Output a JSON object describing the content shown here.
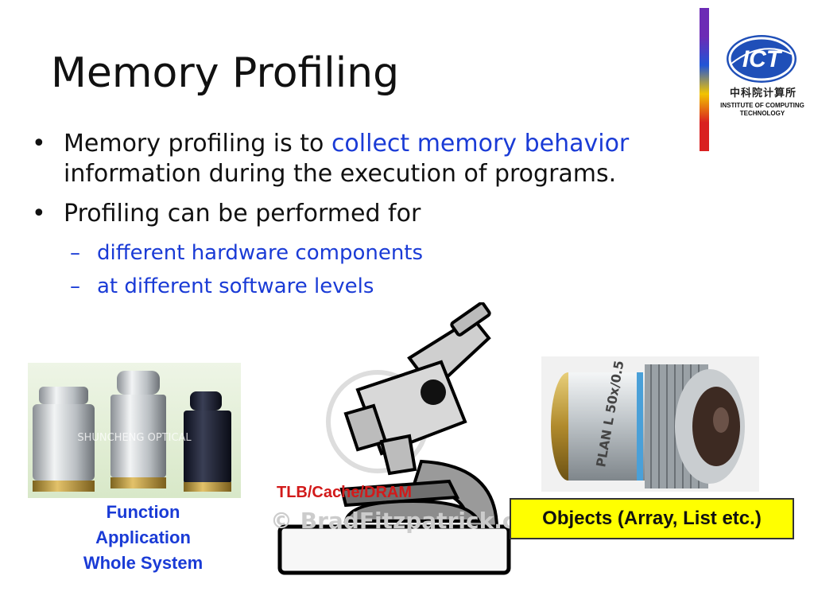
{
  "slide": {
    "title": "Memory Profiling",
    "bullets": [
      {
        "text_before": "Memory profiling is to ",
        "highlight": "collect memory behavior",
        "text_after": " information during the execution of programs."
      },
      {
        "text": "Profiling can be performed for",
        "subitems": [
          "different hardware components",
          "at different software levels"
        ]
      }
    ],
    "logo": {
      "acronym": "ICT",
      "cn_text": "中科院计算所",
      "en_line1": "INSTITUTE OF COMPUTING",
      "en_line2": "TECHNOLOGY"
    },
    "labels": {
      "levels": [
        "Function",
        "Application",
        "Whole System"
      ],
      "hardware": "TLB/Cache/DRAM",
      "objects": "Objects (Array, List etc.)"
    },
    "image_text": {
      "lens_left_watermark": "SHUNCHENG OPTICAL",
      "lens_right_engraving": "PLAN L 50x/0.5",
      "micro_watermark": "© BradFitzpatrick.com"
    },
    "colors": {
      "accent_blue": "#1a3bd6",
      "accent_red": "#d21a1a",
      "highlight_box": "#ffff00"
    }
  }
}
